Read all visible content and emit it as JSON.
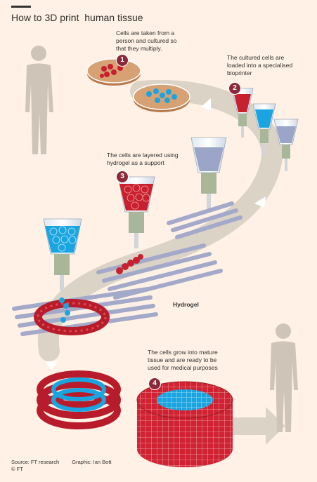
{
  "title": "How to 3D print  human tissue",
  "steps": [
    {
      "number": "1",
      "lines": [
        "Cells are taken from a",
        "person and cultured so",
        "that they multiply."
      ]
    },
    {
      "number": "2",
      "lines": [
        "The cultured cells are",
        "loaded into a specialised",
        "bioprinter"
      ]
    },
    {
      "number": "3",
      "lines": [
        "The cells are layered using",
        "hydrogel as a support"
      ]
    },
    {
      "number": "4",
      "lines": [
        "The cells grow into mature",
        "tissue and are ready to be",
        "used for medical purposes"
      ]
    }
  ],
  "labels": {
    "hydrogel": "Hydrogel"
  },
  "credits": {
    "source": "Source: FT research",
    "graphic": "Graphic: Ian Bott",
    "copyright": "© FT"
  },
  "colors": {
    "background": "#fff1e5",
    "cell_red": "#c8202e",
    "cell_blue": "#1aa5e0",
    "badge": "#8b2a3b",
    "path": "#dcd3c7",
    "gel": "#9aa5c7",
    "figure": "#cfc4b8"
  }
}
